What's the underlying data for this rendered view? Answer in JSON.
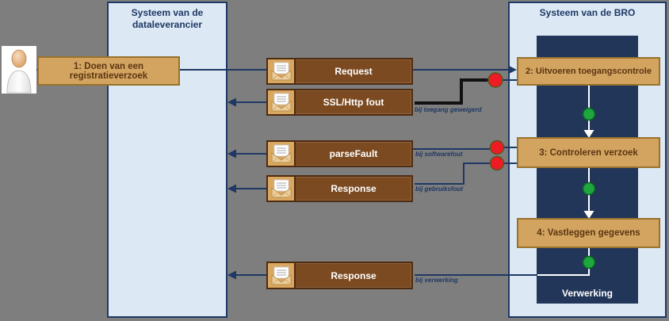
{
  "colors": {
    "background": "#7E7E7E",
    "panel_fill": "#DCE9F5",
    "panel_border": "#1F3864",
    "lane_fill": "#22365A",
    "step_fill": "#D2A45F",
    "step_border": "#99722E",
    "step_text": "#5B3513",
    "message_fill": "#7B4A21",
    "message_border": "#4F2B10",
    "envelope_tile_fill": "#D9A760",
    "arrow_color": "#1F3864",
    "error_line_color": "#111111",
    "red_dot": "#EE1B24",
    "green_dot": "#1FA63F",
    "flow_line": "#FFFFFF",
    "condition_text": "#1F3864"
  },
  "icons": {
    "person": "person-figure",
    "envelope": "open-envelope-with-letter",
    "red_dot": "error-branch-point",
    "green_dot": "success-continue-point"
  },
  "panels": {
    "supplier": {
      "title": "Systeem van de dataleverancier"
    },
    "bro": {
      "title": "Systeem van de BRO",
      "lane_label": "Verwerking"
    }
  },
  "steps": [
    {
      "label": "1: Doen van een registratieverzoek"
    },
    {
      "label": "2: Uitvoeren toegangscontrole"
    },
    {
      "label": "3: Controleren verzoek"
    },
    {
      "label": "4: Vastleggen gegevens"
    }
  ],
  "messages": [
    {
      "label": "Request",
      "direction": "right",
      "condition": ""
    },
    {
      "label": "SSL/Http fout",
      "direction": "left",
      "condition": "bij toegang geweigerd"
    },
    {
      "label": "parseFault",
      "direction": "left",
      "condition": "bij softwarefout"
    },
    {
      "label": "Response",
      "direction": "left",
      "condition": "bij gebruiksfout"
    },
    {
      "label": "Response",
      "direction": "left",
      "condition": "bij verwerking"
    }
  ]
}
